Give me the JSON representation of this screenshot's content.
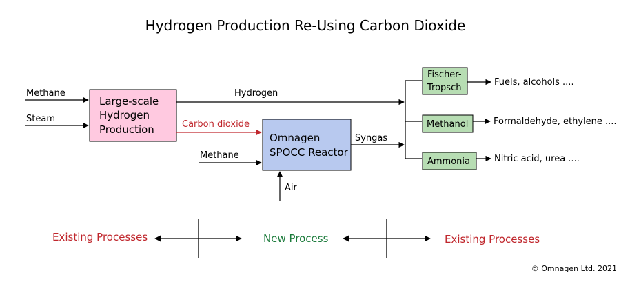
{
  "title": "Hydrogen Production Re-Using Carbon Dioxide",
  "colors": {
    "pink_box": "#ffc9e0",
    "blue_box": "#b8c9ef",
    "green_box": "#b7ddb3",
    "red": "#c0272d",
    "green_text": "#1a7a3a",
    "line": "#000000"
  },
  "boxes": {
    "hydrogen_production": [
      "Large-scale",
      "Hydrogen",
      "Production"
    ],
    "spocc_reactor": [
      "Omnagen",
      "SPOCC Reactor"
    ],
    "fischer_tropsch": [
      "Fischer-",
      "Tropsch"
    ],
    "methanol": "Methanol",
    "ammonia": "Ammonia"
  },
  "labels": {
    "methane_in_1": "Methane",
    "steam_in": "Steam",
    "hydrogen": "Hydrogen",
    "carbon_dioxide": "Carbon dioxide",
    "methane_in_2": "Methane",
    "air": "Air",
    "syngas": "Syngas"
  },
  "outputs": {
    "fischer_tropsch": "Fuels, alcohols ....",
    "methanol": "Formaldehyde, ethylene ....",
    "ammonia": "Nitric acid, urea ...."
  },
  "legend": {
    "existing_left": "Existing Processes",
    "new": "New Process",
    "existing_right": "Existing Processes"
  },
  "copyright": "© Omnagen Ltd. 2021"
}
